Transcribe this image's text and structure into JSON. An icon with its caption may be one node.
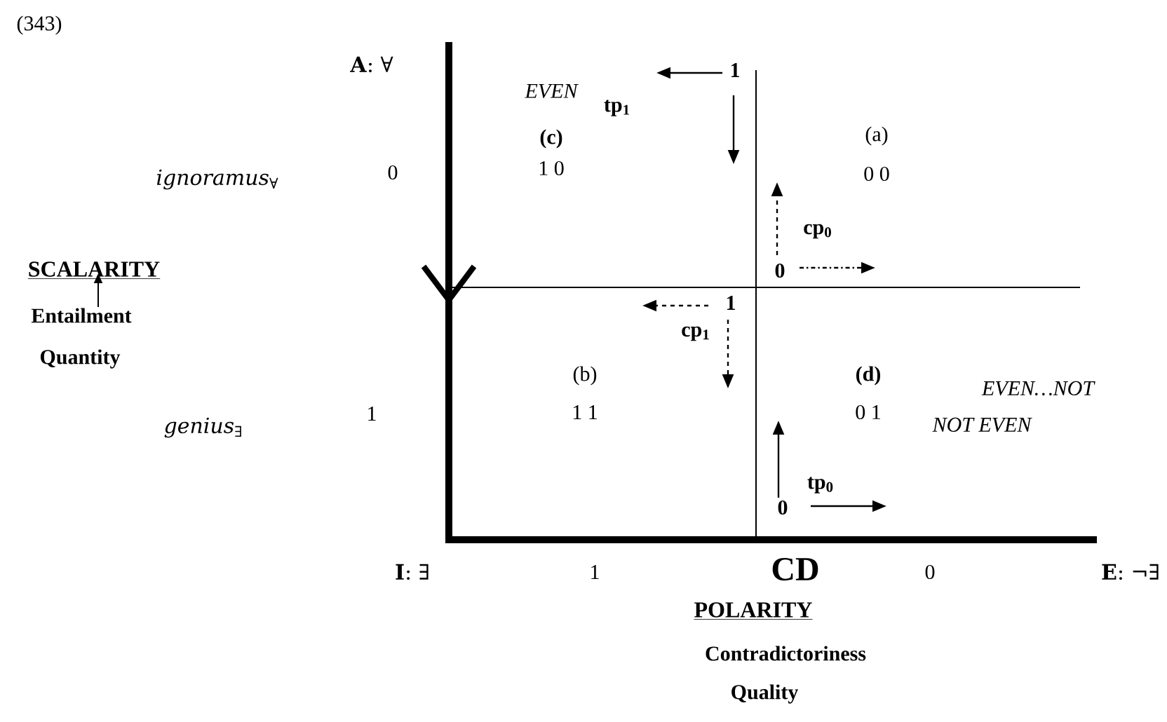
{
  "diagram": {
    "labels": [
      "(343)",
      "**A**: ∀",
      "EVEN",
      "(c)",
      "1 0",
      "1",
      "tp$_{1}$",
      "(a)",
      "0 0",
      "*ignoramus*$_{∀}$",
      "0",
      "cp$_{0}$",
      "SCALARITY",
      "0",
      "Entailment",
      "Quantity",
      "1",
      "cp$_{1}$",
      "(b)",
      "1 1",
      "(d)",
      "EVEN…NOT",
      "*genius*$_{∃}$",
      "1",
      "0 1",
      "NOT EVEN",
      "tp$_{0}$",
      "0",
      "**I**: ∃",
      "1",
      "CD",
      "0",
      "**E**: ¬∃",
      "POLARITY",
      "Contradictoriness",
      "Quality"
    ]
  }
}
